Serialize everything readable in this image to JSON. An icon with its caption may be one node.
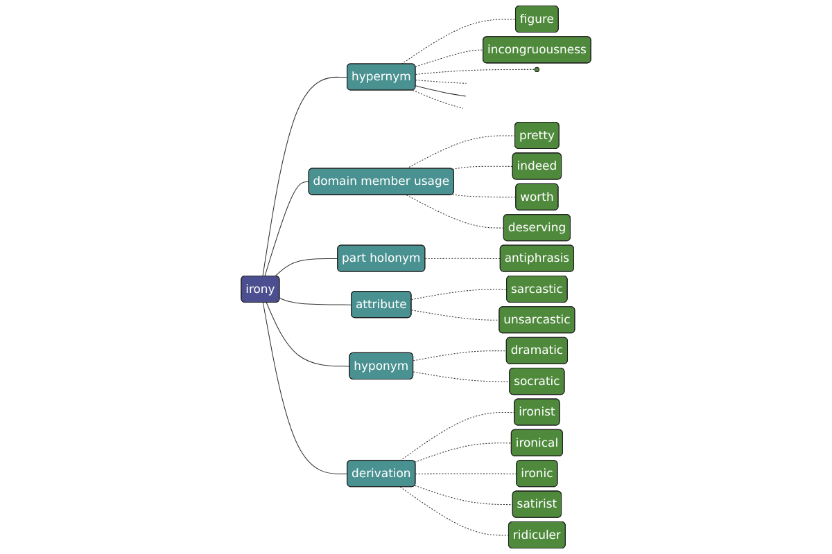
{
  "diagram": {
    "nodes": [
      {
        "text": [
          "irony"
        ]
      },
      {
        "text": [
          "hypernym"
        ]
      },
      {
        "text": [
          "figure"
        ]
      },
      {
        "text": [
          "incongruousness"
        ]
      },
      {
        "text": [],
        "shape": "circle"
      },
      {
        "text": [
          "domain member usage"
        ]
      },
      {
        "text": [
          "pretty"
        ]
      },
      {
        "text": [
          "indeed"
        ]
      },
      {
        "text": [
          "worth"
        ]
      },
      {
        "text": [
          "deserving"
        ]
      },
      {
        "text": [
          "part holonym"
        ]
      },
      {
        "text": [
          "antiphrasis"
        ]
      },
      {
        "text": [
          "attribute"
        ]
      },
      {
        "text": [
          "sarcastic"
        ]
      },
      {
        "text": [
          "unsarcastic"
        ]
      },
      {
        "text": [
          "hyponym"
        ]
      },
      {
        "text": [
          "dramatic"
        ]
      },
      {
        "text": [
          "socratic"
        ]
      },
      {
        "text": [
          "derivation"
        ]
      },
      {
        "text": [
          "ironist"
        ]
      },
      {
        "text": [
          "ironical"
        ]
      },
      {
        "text": [
          "ironic"
        ]
      },
      {
        "text": [
          "satirist"
        ]
      },
      {
        "text": [
          "ridiculer"
        ]
      }
    ],
    "edges": [
      {
        "from": 0,
        "to": 1,
        "arrow": "none"
      },
      {
        "from": 0,
        "to": 5,
        "arrow": "none"
      },
      {
        "from": 0,
        "to": 10,
        "arrow": "none"
      },
      {
        "from": 0,
        "to": 12,
        "arrow": "none"
      },
      {
        "from": 0,
        "to": 15,
        "arrow": "none"
      },
      {
        "from": 0,
        "to": 18,
        "arrow": "none"
      },
      {
        "from": 1,
        "to": 2,
        "arrow": "none",
        "style": "dashed"
      },
      {
        "from": 1,
        "to": 3,
        "arrow": "none",
        "style": "dashed"
      },
      {
        "from": 1,
        "to": 4,
        "arrow": "none",
        "style": "dashed"
      },
      {
        "from": 1,
        "to": null,
        "arrow": "none",
        "style": "dashed"
      },
      {
        "from": 1,
        "to": null,
        "arrow": "none"
      },
      {
        "from": 1,
        "to": null,
        "arrow": "none",
        "style": "dashed"
      },
      {
        "from": 5,
        "to": 6,
        "arrow": "none",
        "style": "dashed"
      },
      {
        "from": 5,
        "to": 7,
        "arrow": "none",
        "style": "dashed"
      },
      {
        "from": 5,
        "to": 8,
        "arrow": "none",
        "style": "dashed"
      },
      {
        "from": 5,
        "to": 9,
        "arrow": "none",
        "style": "dashed"
      },
      {
        "from": 10,
        "to": 11,
        "arrow": "none",
        "style": "dashed"
      },
      {
        "from": 12,
        "to": 13,
        "arrow": "none",
        "style": "dashed"
      },
      {
        "from": 12,
        "to": 14,
        "arrow": "none",
        "style": "dashed"
      },
      {
        "from": 15,
        "to": 16,
        "arrow": "none",
        "style": "dashed"
      },
      {
        "from": 15,
        "to": 17,
        "arrow": "none",
        "style": "dashed"
      },
      {
        "from": 18,
        "to": 19,
        "arrow": "none",
        "style": "dashed"
      },
      {
        "from": 18,
        "to": 20,
        "arrow": "none",
        "style": "dashed"
      },
      {
        "from": 18,
        "to": 21,
        "arrow": "none",
        "style": "dashed"
      },
      {
        "from": 18,
        "to": 22,
        "arrow": "none",
        "style": "dashed"
      },
      {
        "from": 18,
        "to": 23,
        "arrow": "none",
        "style": "dashed"
      }
    ]
  }
}
